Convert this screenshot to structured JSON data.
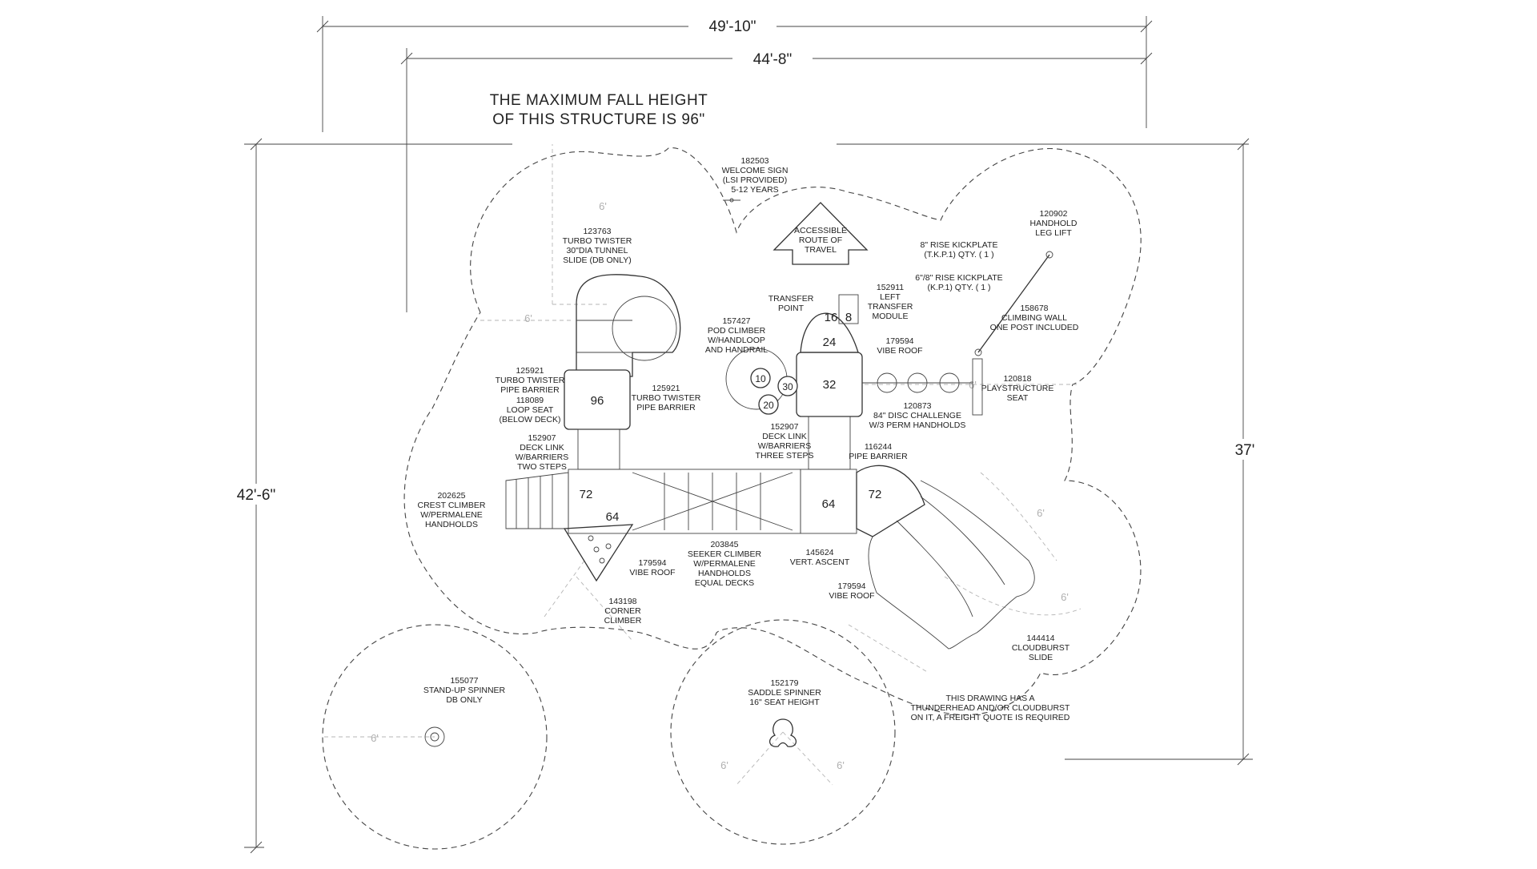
{
  "dimensions": {
    "overall_width": "49'-10\"",
    "inner_width": "44'-8\"",
    "overall_height": "42'-6\"",
    "inner_height": "37'"
  },
  "notes": {
    "fall_height_line1": "THE MAXIMUM FALL HEIGHT",
    "fall_height_line2": "OF THIS STRUCTURE IS 96\"",
    "freight_line1": "THIS DRAWING HAS A",
    "freight_line2": "THUNDERHEAD AND/OR CLOUDBURST",
    "freight_line3": "ON IT, A FREIGHT QUOTE IS REQUIRED",
    "accessible_line1": "ACCESSIBLE",
    "accessible_line2": "ROUTE OF",
    "accessible_line3": "TRAVEL",
    "kickplate_a_line1": "8\" RISE KICKPLATE",
    "kickplate_a_line2": "(T.K.P.1) QTY. ( 1 )",
    "kickplate_b_line1": "6\"/8\" RISE KICKPLATE",
    "kickplate_b_line2": "(K.P.1) QTY. ( 1 )"
  },
  "components": {
    "welcome_sign": [
      "182503",
      "WELCOME SIGN",
      "(LSI PROVIDED)",
      "5-12 YEARS"
    ],
    "turbo_twister_slide": [
      "123763",
      "TURBO TWISTER",
      "30\"DIA TUNNEL",
      "SLIDE (DB ONLY)"
    ],
    "transfer_point": [
      "TRANSFER",
      "POINT"
    ],
    "left_transfer_module": [
      "152911",
      "LEFT",
      "TRANSFER",
      "MODULE"
    ],
    "pod_climber": [
      "157427",
      "POD CLIMBER",
      "W/HANDLOOP",
      "AND HANDRAIL"
    ],
    "vibe_roof_top": [
      "179594",
      "VIBE ROOF"
    ],
    "handhold_leg_lift": [
      "120902",
      "HANDHOLD",
      "LEG LIFT"
    ],
    "climbing_wall": [
      "158678",
      "CLIMBING WALL",
      "ONE POST INCLUDED"
    ],
    "pipe_barrier_left": [
      "125921",
      "TURBO TWISTER",
      "PIPE BARRIER"
    ],
    "loop_seat": [
      "118089",
      "LOOP SEAT",
      "(BELOW DECK)"
    ],
    "pipe_barrier_right": [
      "125921",
      "TURBO TWISTER",
      "PIPE BARRIER"
    ],
    "playstructure_seat": [
      "120818",
      "PLAYSTRUCTURE",
      "SEAT"
    ],
    "disc_challenge": [
      "120873",
      "84\" DISC CHALLENGE",
      "W/3 PERM HANDHOLDS"
    ],
    "deck_link_left": [
      "152907",
      "DECK LINK",
      "W/BARRIERS",
      "TWO STEPS"
    ],
    "deck_link_right": [
      "152907",
      "DECK LINK",
      "W/BARRIERS",
      "THREE STEPS"
    ],
    "pipe_barrier_slide": [
      "116244",
      "PIPE BARRIER"
    ],
    "crest_climber": [
      "202625",
      "CREST CLIMBER",
      "W/PERMALENE",
      "HANDHOLDS"
    ],
    "vibe_roof_left": [
      "179594",
      "VIBE ROOF"
    ],
    "seeker_climber": [
      "203845",
      "SEEKER CLIMBER",
      "W/PERMALENE",
      "HANDHOLDS",
      "EQUAL DECKS"
    ],
    "vert_ascent": [
      "145624",
      "VERT. ASCENT"
    ],
    "vibe_roof_right": [
      "179594",
      "VIBE ROOF"
    ],
    "corner_climber": [
      "143198",
      "CORNER",
      "CLIMBER"
    ],
    "cloudburst_slide": [
      "144414",
      "CLOUDBURST",
      "SLIDE"
    ],
    "standup_spinner": [
      "155077",
      "STAND-UP SPINNER",
      "DB ONLY"
    ],
    "saddle_spinner": [
      "152179",
      "SADDLE SPINNER",
      "16\" SEAT HEIGHT"
    ]
  },
  "deck_heights": {
    "deck_96": "96",
    "deck_72_left": "72",
    "deck_64_left": "64",
    "deck_64_right": "64",
    "deck_72_right": "72",
    "deck_32": "32",
    "deck_24": "24",
    "deck_16": "16",
    "deck_8": "8",
    "pod_10": "10",
    "pod_30": "30",
    "pod_20": "20"
  },
  "use_zone_labels": {
    "clearance": "6'"
  }
}
